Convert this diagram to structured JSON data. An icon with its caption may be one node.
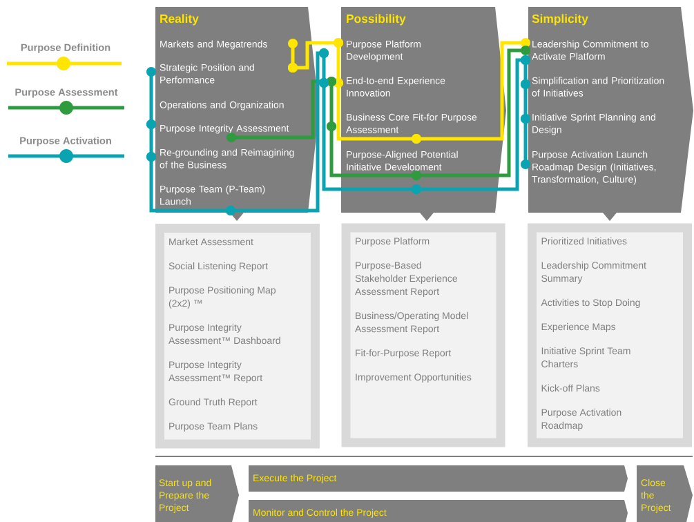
{
  "diagram": {
    "nodes": [
      {
        "text": [
          "Reality"
        ]
      },
      {
        "text": [
          "Markets and Megatrends"
        ],
        "in": 0
      },
      {
        "text": [
          "Strategic Position and Performance"
        ],
        "in": 0
      },
      {
        "text": [
          "Operations and Organization"
        ],
        "in": 0
      },
      {
        "text": [
          "Purpose Integrity Assessment"
        ],
        "in": 0
      },
      {
        "text": [
          "Re-grounding and Reimagining of the Business"
        ],
        "in": 0
      },
      {
        "text": [
          "Purpose Team (P-Team) Launch"
        ],
        "in": 0
      },
      {
        "text": [
          "Possibility"
        ]
      },
      {
        "text": [
          "Purpose Platform Development"
        ],
        "in": 7
      },
      {
        "text": [
          "End-to-end Experience Innovation"
        ],
        "in": 7
      },
      {
        "text": [
          "Business Core Fit-for Purpose Assessment"
        ],
        "in": 7
      },
      {
        "text": [
          "Purpose-Aligned Potential Initiative Development"
        ],
        "in": 7
      },
      {
        "text": [
          "Simplicity"
        ]
      },
      {
        "text": [
          "Leadership Commitment to Activate Platform"
        ],
        "in": 12
      },
      {
        "text": [
          "Simplification and Prioritization of Initiatives"
        ],
        "in": 12
      },
      {
        "text": [
          "Initiative Sprint Planning and Design"
        ],
        "in": 12
      },
      {
        "text": [
          "Purpose Activation Launch Roadmap Design (Initiatives, Transformation, Culture)"
        ],
        "in": 12
      },
      {
        "text": [
          "Market Assessment",
          "Social Listening Report",
          "Purpose Positioning Map (2x2) ™",
          "Purpose Integrity Assessment™ Dashboard",
          "Purpose Integrity Assessment™ Report",
          "Ground Truth Report",
          "Purpose Team Plans"
        ]
      },
      {
        "text": [
          "Purpose Platform",
          "Purpose-Based Stakeholder Experience Assessment Report",
          "Business/Operating Model Assessment Report",
          "Fit-for-Purpose Report",
          "Improvement Opportunities"
        ]
      },
      {
        "text": [
          "Prioritized Initiatives",
          "Leadership Commitment Summary",
          "Activities to Stop Doing",
          "Experience Maps",
          "Initiative Sprint Team Charters",
          "Kick-off Plans",
          "Purpose Activation Roadmap"
        ]
      },
      {
        "text": [
          "Start up and Prepare the Project"
        ]
      },
      {
        "text": [
          "Execute the Project"
        ]
      },
      {
        "text": [
          "Monitor and Control the Project"
        ]
      },
      {
        "text": [
          "Close the Project"
        ]
      }
    ],
    "edges": [
      {
        "from": 1,
        "to": 2,
        "arrow": "other",
        "color": "#ffe600"
      },
      {
        "from": 2,
        "to": 8,
        "arrow": "other",
        "color": "#ffe600"
      },
      {
        "from": 8,
        "to": 9,
        "arrow": "other",
        "color": "#ffe600"
      },
      {
        "from": 9,
        "to": 10,
        "arrow": "other",
        "color": "#ffe600"
      },
      {
        "from": 10,
        "to": 13,
        "arrow": "other",
        "color": "#ffe600"
      },
      {
        "from": 4,
        "to": 9,
        "arrow": "other",
        "color": "#2e9b3f"
      },
      {
        "from": 9,
        "to": 10,
        "arrow": "other",
        "color": "#2e9b3f"
      },
      {
        "from": 10,
        "to": 11,
        "arrow": "other",
        "color": "#2e9b3f"
      },
      {
        "from": 11,
        "to": 13,
        "arrow": "other",
        "color": "#2e9b3f"
      },
      {
        "from": 2,
        "to": 4,
        "arrow": "other",
        "color": "#0aa3b1"
      },
      {
        "from": 4,
        "to": 5,
        "arrow": "other",
        "color": "#0aa3b1"
      },
      {
        "from": 5,
        "to": 6,
        "arrow": "other",
        "color": "#0aa3b1"
      },
      {
        "from": 6,
        "to": 8,
        "arrow": "other",
        "color": "#0aa3b1"
      },
      {
        "from": 8,
        "to": 9,
        "arrow": "other",
        "color": "#0aa3b1"
      },
      {
        "from": 9,
        "to": 11,
        "arrow": "other",
        "color": "#0aa3b1"
      },
      {
        "from": 11,
        "to": 13,
        "arrow": "other",
        "color": "#0aa3b1"
      },
      {
        "from": 13,
        "to": 14,
        "arrow": "other",
        "color": "#0aa3b1"
      },
      {
        "from": 14,
        "to": 15,
        "arrow": "other",
        "color": "#0aa3b1"
      },
      {
        "from": 15,
        "to": 16,
        "arrow": "other",
        "color": "#0aa3b1"
      }
    ],
    "legend": [
      {
        "text": "Purpose Definition",
        "color": "#ffe600"
      },
      {
        "text": "Purpose Assessment",
        "color": "#2e9b3f"
      },
      {
        "text": "Purpose Activation",
        "color": "#0aa3b1"
      }
    ]
  }
}
